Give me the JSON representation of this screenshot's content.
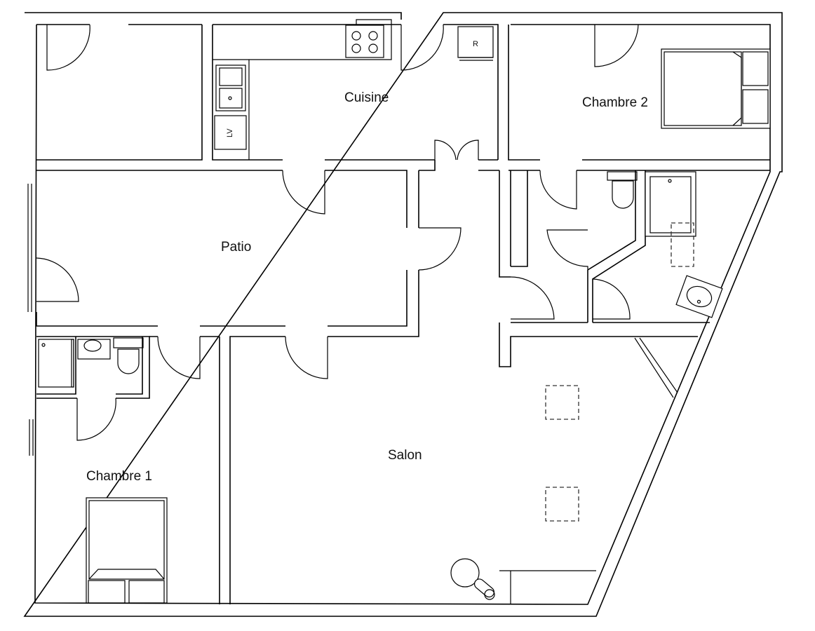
{
  "rooms": {
    "cuisine": "Cuisine",
    "chambre2": "Chambre 2",
    "patio": "Patio",
    "salon": "Salon",
    "chambre1": "Chambre 1"
  },
  "fixtures": {
    "fridge": "R",
    "dishwasher": "LV"
  }
}
